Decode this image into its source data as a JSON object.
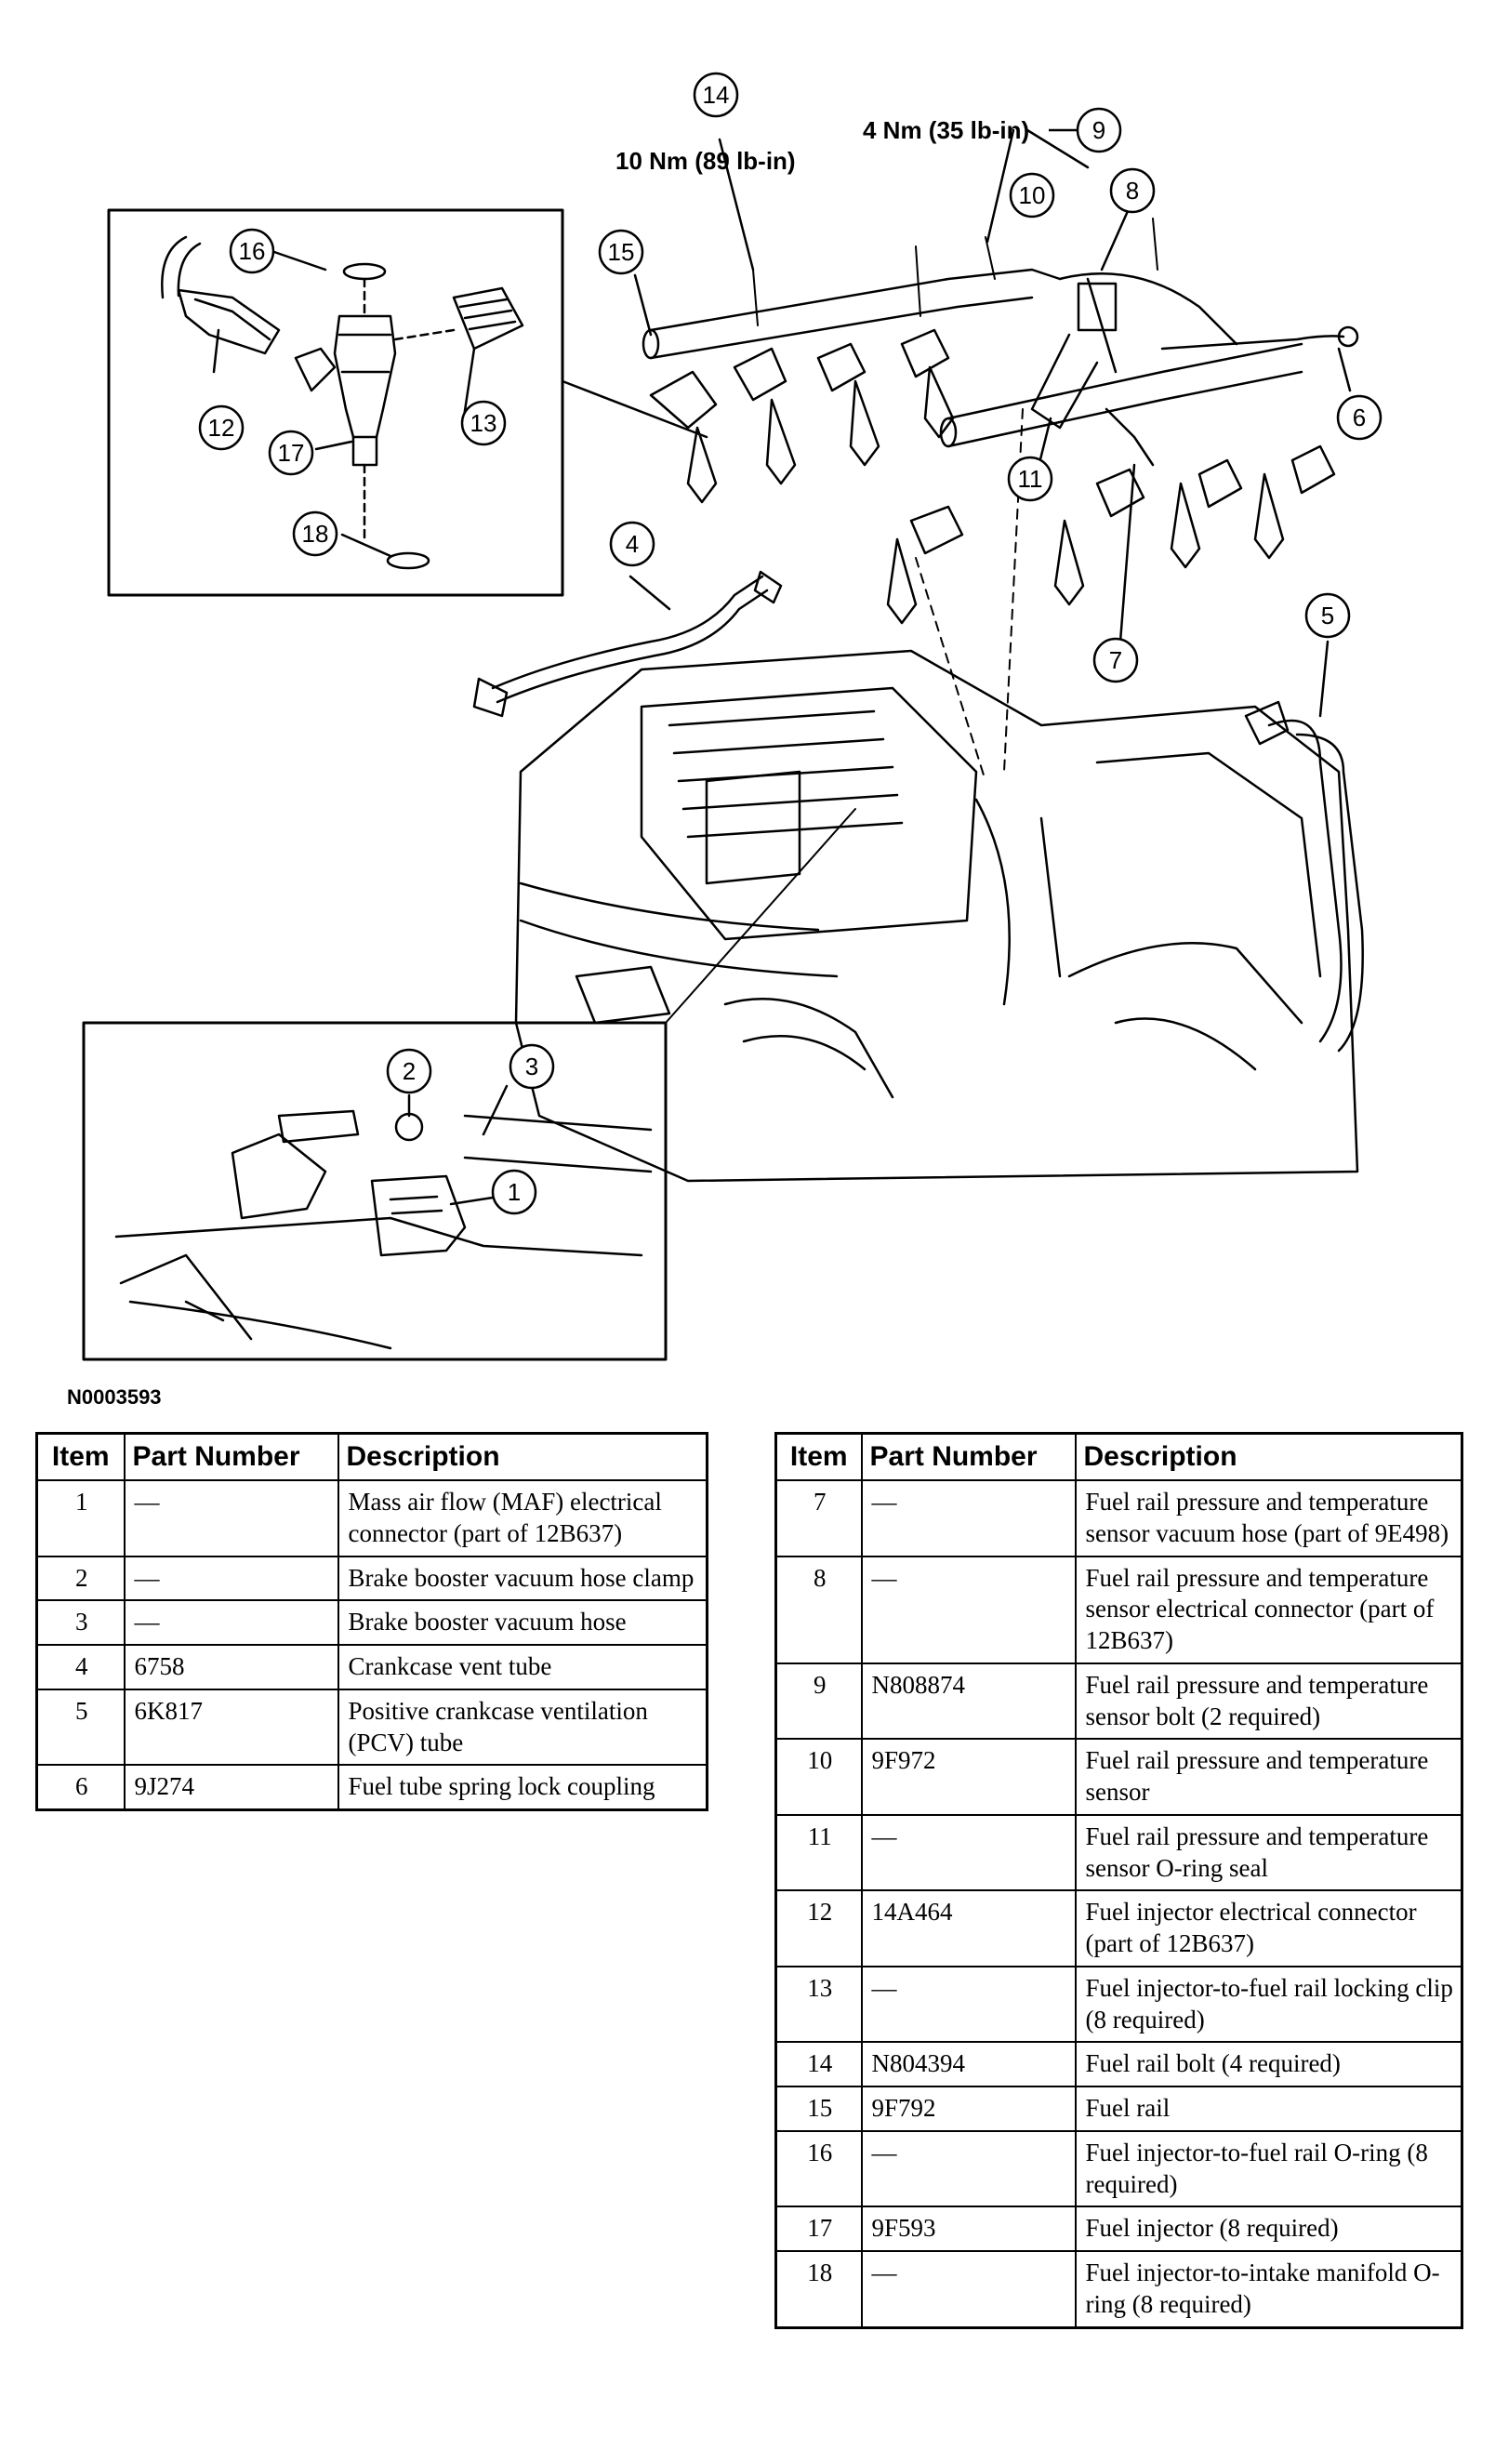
{
  "callouts": {
    "c1": "1",
    "c2": "2",
    "c3": "3",
    "c4": "4",
    "c5": "5",
    "c6": "6",
    "c7": "7",
    "c8": "8",
    "c9": "9",
    "c10": "10",
    "c11": "11",
    "c12": "12",
    "c13": "13",
    "c14": "14",
    "c15": "15",
    "c16": "16",
    "c17": "17",
    "c18": "18"
  },
  "torque": {
    "fuel_rail_bolt": "10 Nm (89 lb-in)",
    "sensor_bolt": "4 Nm (35 lb-in)"
  },
  "figure_id": "N0003593",
  "table_headers": {
    "item": "Item",
    "part_number": "Part Number",
    "description": "Description"
  },
  "parts_left": [
    {
      "item": "1",
      "part": "—",
      "desc": "Mass air flow (MAF) electrical connector (part of 12B637)"
    },
    {
      "item": "2",
      "part": "—",
      "desc": "Brake booster vacuum hose clamp"
    },
    {
      "item": "3",
      "part": "—",
      "desc": "Brake booster vacuum hose"
    },
    {
      "item": "4",
      "part": "6758",
      "desc": "Crankcase vent tube"
    },
    {
      "item": "5",
      "part": "6K817",
      "desc": "Positive crankcase ventilation (PCV) tube"
    },
    {
      "item": "6",
      "part": "9J274",
      "desc": "Fuel tube spring lock coupling"
    }
  ],
  "parts_right": [
    {
      "item": "7",
      "part": "—",
      "desc": "Fuel rail pressure and temperature sensor vacuum hose (part of 9E498)"
    },
    {
      "item": "8",
      "part": "—",
      "desc": "Fuel rail pressure and temperature sensor electrical connector (part of 12B637)"
    },
    {
      "item": "9",
      "part": "N808874",
      "desc": "Fuel rail pressure and temperature sensor bolt (2 required)"
    },
    {
      "item": "10",
      "part": "9F972",
      "desc": "Fuel rail pressure and temperature sensor"
    },
    {
      "item": "11",
      "part": "—",
      "desc": "Fuel rail pressure and temperature sensor O-ring seal"
    },
    {
      "item": "12",
      "part": "14A464",
      "desc": "Fuel injector electrical connector (part of 12B637)"
    },
    {
      "item": "13",
      "part": "—",
      "desc": "Fuel injector-to-fuel rail locking clip (8 required)"
    },
    {
      "item": "14",
      "part": "N804394",
      "desc": "Fuel rail bolt (4 required)"
    },
    {
      "item": "15",
      "part": "9F792",
      "desc": "Fuel rail"
    },
    {
      "item": "16",
      "part": "—",
      "desc": "Fuel injector-to-fuel rail O-ring (8 required)"
    },
    {
      "item": "17",
      "part": "9F593",
      "desc": "Fuel injector (8 required)"
    },
    {
      "item": "18",
      "part": "—",
      "desc": "Fuel injector-to-intake manifold O-ring (8 required)"
    }
  ]
}
